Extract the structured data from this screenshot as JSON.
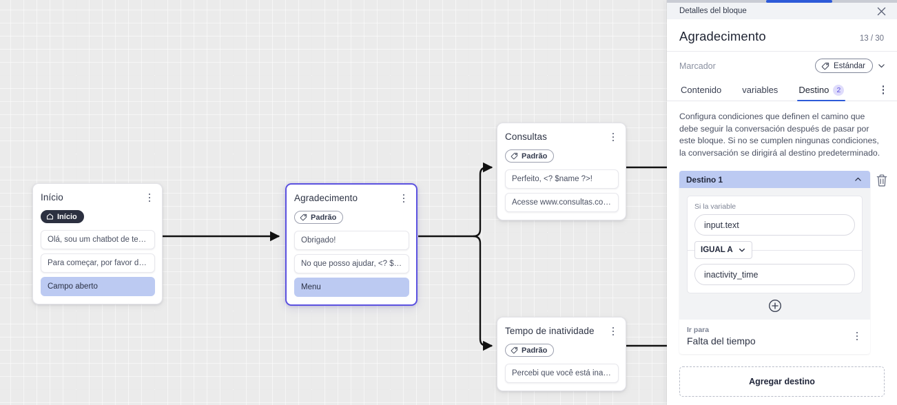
{
  "panel": {
    "header_title": "Detalles del bloque",
    "close_icon": "close-icon",
    "block_title": "Agradecimento",
    "counter": "13 / 30",
    "marker_label": "Marcador",
    "marker_value": "Estándar",
    "marker_icon": "tag-icon",
    "chevron_icon": "chevron-down-icon",
    "tabs": [
      {
        "label": "Contenido",
        "active": false,
        "badge": ""
      },
      {
        "label": "variables",
        "active": false,
        "badge": ""
      },
      {
        "label": "Destino",
        "active": true,
        "badge": "2"
      }
    ],
    "kebab_icon": "more-vertical-icon",
    "description": "Configura condiciones que definen el camino que debe seguir la conversación después de pasar por este bloque. Si no se cumplen ningunas condiciones, la conversación se dirigirá al destino predeterminado.",
    "destination": {
      "header": "Destino 1",
      "collapse_icon": "chevron-up-icon",
      "delete_icon": "trash-icon",
      "condition_label": "Si la variable",
      "variable_value": "input.text",
      "operator": "IGUAL A",
      "operator_icon": "chevron-down-icon",
      "compare_value": "inactivity_time",
      "add_condition_icon": "plus-circle-icon",
      "goto_label": "Ir para",
      "goto_value": "Falta del tiempo",
      "row_kebab_icon": "more-vertical-icon"
    },
    "add_destination_label": "Agregar destino"
  },
  "canvas": {
    "nodes": [
      {
        "id": "inicio",
        "title": "Início",
        "badge": "Início",
        "badge_icon": "home-icon",
        "badge_style": "start",
        "selected": false,
        "kebab_icon": "more-vertical-icon",
        "messages": [
          {
            "text": "Olá, sou um chatbot de teste!",
            "highlight": false
          },
          {
            "text": "Para começar, por favor digite o ...",
            "highlight": false
          },
          {
            "text": "Campo aberto",
            "highlight": true
          }
        ]
      },
      {
        "id": "agradecimento",
        "title": "Agradecimento",
        "badge": "Padrão",
        "badge_icon": "tag-icon",
        "badge_style": "default",
        "selected": true,
        "kebab_icon": "more-vertical-icon",
        "messages": [
          {
            "text": "Obrigado!",
            "highlight": false
          },
          {
            "text": "No que posso ajudar, <? $name ...",
            "highlight": false
          },
          {
            "text": "Menu",
            "highlight": true
          }
        ]
      },
      {
        "id": "consultas",
        "title": "Consultas",
        "badge": "Padrão",
        "badge_icon": "tag-icon",
        "badge_style": "default",
        "selected": false,
        "kebab_icon": "more-vertical-icon",
        "messages": [
          {
            "text": "Perfeito, <? $name ?>!",
            "highlight": false
          },
          {
            "text": "Acesse www.consultas.com par...",
            "highlight": false
          }
        ]
      },
      {
        "id": "inatividade",
        "title": "Tempo de inatividade",
        "badge": "Padrão",
        "badge_icon": "tag-icon",
        "badge_style": "default",
        "selected": false,
        "kebab_icon": "more-vertical-icon",
        "messages": [
          {
            "text": "Percebi que você está inativo. C...",
            "highlight": false
          }
        ]
      }
    ]
  },
  "colors": {
    "accent_blue": "#2d5ad8",
    "accent_purple": "#5b51e0",
    "highlight_lilac": "#bccaf2",
    "canvas_bg": "#ebebeb"
  }
}
